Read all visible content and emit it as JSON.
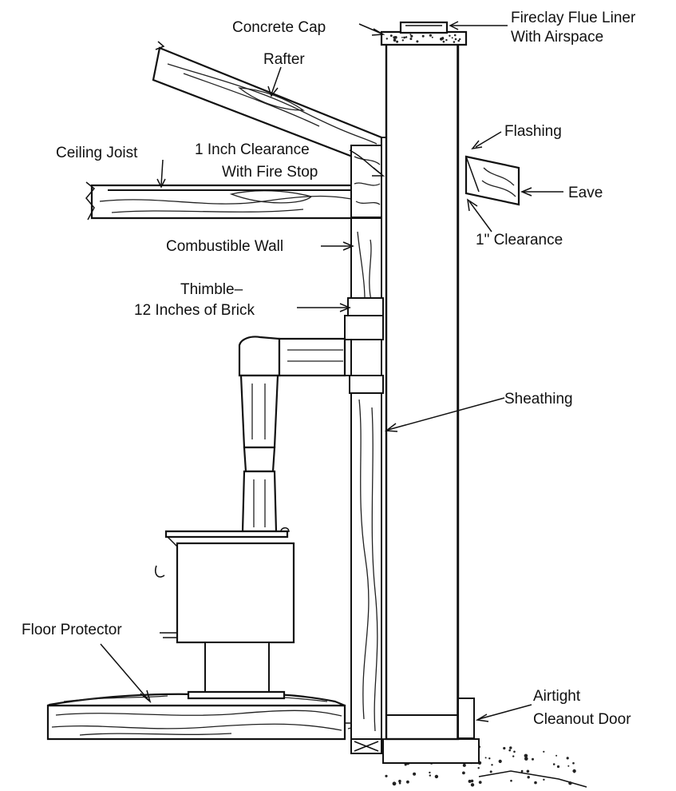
{
  "labels": {
    "concrete_cap": "Concrete Cap",
    "fireclay_line1": "Fireclay Flue Liner",
    "fireclay_line2": "With Airspace",
    "rafter": "Rafter",
    "flashing": "Flashing",
    "ceiling_joist": "Ceiling Joist",
    "clearance_line1": "1 Inch Clearance",
    "clearance_line2": "With Fire Stop",
    "eave": "Eave",
    "one_inch_clearance": "1\" Clearance",
    "combustible_wall": "Combustible Wall",
    "thimble_line1": "Thimble–",
    "thimble_line2": "12 Inches of Brick",
    "sheathing": "Sheathing",
    "floor_protector": "Floor Protector",
    "cleanout_line1": "Airtight",
    "cleanout_line2": "Cleanout Door"
  }
}
